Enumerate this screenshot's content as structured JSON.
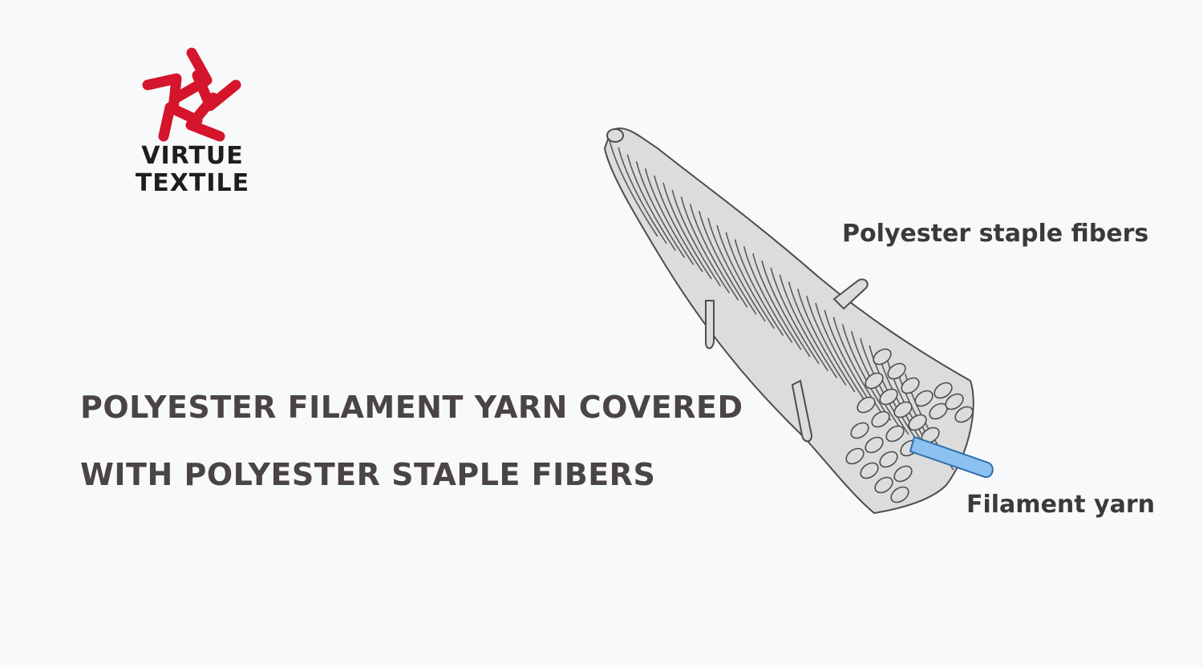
{
  "brand": {
    "name_line1": "VIRTUE",
    "name_line2": "TEXTILE",
    "logo_color": "#d5152b"
  },
  "headline": {
    "line1": "POLYESTER FILAMENT YARN COVERED",
    "line2": "WITH POLYESTER STAPLE FIBERS"
  },
  "diagram": {
    "label_staple": "Polyester staple fibers",
    "label_filament": "Filament yarn",
    "fiber_color": "#dcdcdc",
    "fiber_outline": "#4d4d4d",
    "filament_color": "#8cc2f2"
  }
}
